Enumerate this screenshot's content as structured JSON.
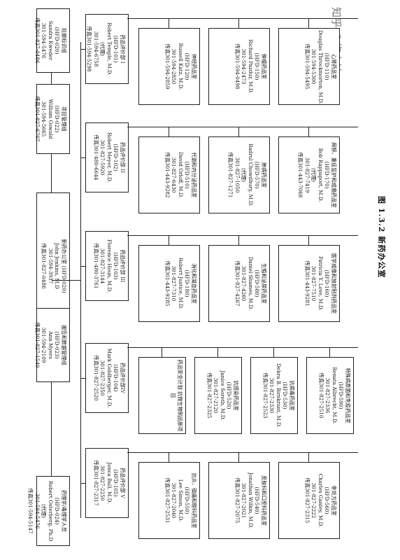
{
  "top_offices": [
    {
      "name": "妊娠标识组",
      "code": "(HFD-020)",
      "person": "Sandra Kweder",
      "phone": "301-594-5476",
      "fax": "传真301-827-0486"
    },
    {
      "name": "项目管理组",
      "code": "(HFD-022)",
      "person": "William Oswald",
      "phone": "301-594-5665",
      "fax": "传真301-827-6707"
    },
    {
      "name": "新药办公室 (HFD-020)",
      "person": "John Jenkins, M.D",
      "phone": "301-594-3937",
      "fax": "传真301-827-0486"
    },
    {
      "name": "报告和数据管理组",
      "code": "(HFD-023)",
      "person": "Ann Myers",
      "phone": "301-594-2109",
      "fax": "传真301-827-1540"
    },
    {
      "name": "药理学/毒理学人员",
      "code": "(HFD-024)",
      "person": "Robert Osterberg, Ph.D",
      "note": "(代理)",
      "phone": "301-594-5476",
      "fax": "传真301-594-5147"
    }
  ],
  "divisions": [
    {
      "head": {
        "name": "药品评价部 I",
        "code": "(HFD-101)",
        "person": "Robert Temple, M.D.",
        "note": "(代理)",
        "phone": "301-594-6758",
        "fax": "传真301-594-5298"
      },
      "subs": [
        {
          "name": "神经药品室",
          "code": "(HFD-120)",
          "person": "Russell Katz, M.D.",
          "phone": "301-594-2850",
          "fax": "传真301-594-2859"
        },
        {
          "name": "肿瘤药品室",
          "code": "(HFD-150)",
          "person": "Richard Pazdur, M.D.",
          "phone": "301-594-2473",
          "fax": "传真301-594-0498"
        },
        {
          "name": "心肾药品室",
          "code": "(HFD-110)",
          "person": "Douglas Throckmorton, M.D.",
          "phone": "301-594-5300",
          "fax": "传真301-594-5495"
        }
      ]
    },
    {
      "head": {
        "name": "药品评价部 II",
        "code": "(HFD-102)",
        "person": "Robert Meyer, M.D.",
        "phone": "301-827-5920",
        "fax": "传真301-480-6644"
      },
      "subs": [
        {
          "name": "代谢和内分泌药品室",
          "code": "(HFD-510)",
          "person": "David Orloff, M.D.",
          "phone": "301-827-6430",
          "fax": "传真301-443-9282"
        },
        {
          "name": "肺病药品室",
          "code": "(HFD-570)",
          "person": "Badrul Chowdhury, M.D.",
          "note": "(代理)",
          "phone": "301-827-1050",
          "fax": "传真301-827-1271"
        },
        {
          "name": "麻醉、重症监护和成瘾药品室",
          "code": "(HFD-170)",
          "person": "Bob Rappaport, M.D.",
          "note": "(代理)",
          "phone": "301-827-7419",
          "fax": "传真301-443-7068"
        }
      ]
    },
    {
      "head": {
        "name": "药品评价部 III",
        "code": "(HFD-103)",
        "person": "Florence Houn, M.D.",
        "phone": "301-827-3144",
        "fax": "传真301-480-3761"
      },
      "subs": [
        {
          "name": "消化和凝血药品室",
          "code": "(HFD-180)",
          "person": "Robert Justice, M.D.",
          "phone": "301-827-7310",
          "fax": "传真301-443-9285"
        },
        {
          "name": "生殖和泌尿药品室",
          "code": "(HFD-580)",
          "person": "Daniel Shames, M.D.",
          "phone": "301-827-4260",
          "fax": "传真301-827-4267"
        },
        {
          "name": "医学成像和放射制剂药品室",
          "code": "(HFD-160)",
          "person": "Patricia Y. Love, M.D.",
          "phone": "301-827-7510",
          "fax": "传真301-443-9281"
        }
      ]
    },
    {
      "head": {
        "name": "药品评价部IV",
        "code": "(HFD-104)",
        "person": "Mark Goldberger, M.D.",
        "phone": "301-827-2350",
        "fax": "传真301-827-2520"
      },
      "subs": [
        {
          "name": "药品安全计划 抗微生物制品新项目",
          "code": "",
          "person": "",
          "phone": "",
          "fax": ""
        },
        {
          "name": "抗感染药品室",
          "code": "(HFD-520)",
          "person": "Janice Soreth, M.D.",
          "phone": "301-827-2120",
          "fax": "传真301-827-2325"
        },
        {
          "name": "抗病毒药品室",
          "code": "(HFD-530)",
          "person": "Debra B. Birnkrant, M.D.",
          "phone": "301-827-2330",
          "fax": "传真301-827-2523"
        },
        {
          "name": "特殊病原菌和免疫药品室",
          "code": "(HFD-590)",
          "person": "Renata Albrecht, M.D.",
          "phone": "301-827-2336",
          "fax": "传真301-827-2510"
        }
      ]
    },
    {
      "head": {
        "name": "药品评价部 V",
        "code": "(HFD-105)",
        "person": "Jonca Bull, M.D.",
        "phone": "301-827-2250",
        "fax": "传真301-827-2317"
      },
      "subs": [
        {
          "name": "抗炎、镇痛和眼科药品室",
          "code": "(HFD-550)",
          "person": "Lee Simon, M.D.",
          "phone": "301-827-2040",
          "fax": "传真301-827-2531"
        },
        {
          "name": "皮肤科和口腔科药品室",
          "code": "(HFD-540)",
          "person": "Jonathan Wilkin, M.D.",
          "phone": "301-827-2021",
          "fax": "传真301-827-2075"
        },
        {
          "name": "非处方药品室",
          "code": "(HFD-560)",
          "person": "Charles Ganley, M.D.",
          "phone": "301-827-2222",
          "fax": "传真301-827-2315"
        }
      ]
    }
  ],
  "caption": "图 1.3.2   新药办公室",
  "watermark": "知乎 @临小妹"
}
